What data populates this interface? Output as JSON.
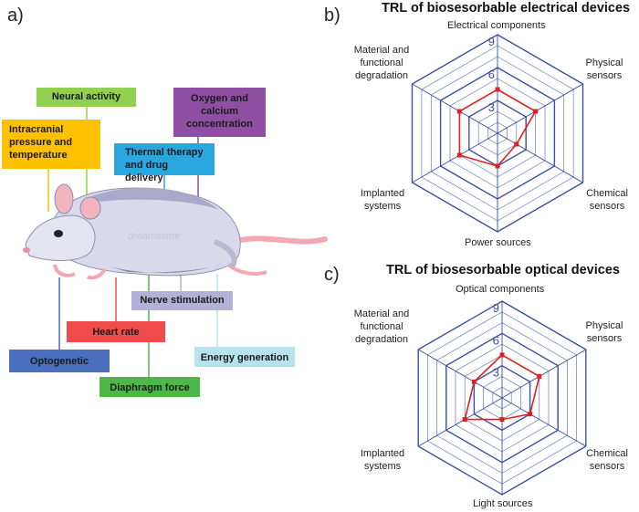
{
  "panel_a": {
    "letter": "a)",
    "tags": {
      "neural": "Neural activity",
      "icp": "Intracranial pressure and temperature",
      "oxygen": "Oxygen and calcium concentration",
      "thermal": "Thermal therapy and drug delivery",
      "nerve": "Nerve stimulation",
      "heart": "Heart rate",
      "energy": "Energy generation",
      "opto": "Optogenetic",
      "diaphragm": "Diaphragm force"
    },
    "watermark": "dreamstime",
    "colors": {
      "neural": "#92d050",
      "icp": "#ffc000",
      "oxygen": "#8e4ea2",
      "thermal": "#29a8e0",
      "nerve": "#b4b0d8",
      "heart": "#ef4b4b",
      "energy": "#b7e3ef",
      "opto": "#4a6fbf",
      "diaphragm": "#4db847"
    }
  },
  "chart_data": [
    {
      "type": "radar",
      "panel": "b)",
      "title": "TRL of biosesorbable electrical devices",
      "axes": [
        "Electrical components",
        "Physical sensors",
        "Chemical sensors",
        "Power sources",
        "Implanted systems",
        "Material and functional degradation"
      ],
      "tick_labels": [
        "3",
        "6",
        "9"
      ],
      "range": [
        0,
        9
      ],
      "gridlines": 9,
      "values": [
        4,
        4,
        2,
        3,
        4,
        4
      ],
      "series_color": "#e02020",
      "grid_color": "#3a4fa3"
    },
    {
      "type": "radar",
      "panel": "c)",
      "title": "TRL of biosesorbable optical devices",
      "axes": [
        "Optical components",
        "Physical sensors",
        "Chemical sensors",
        "Light sources",
        "Implanted systems",
        "Material and functional degradation"
      ],
      "tick_labels": [
        "3",
        "6",
        "9"
      ],
      "range": [
        0,
        9
      ],
      "gridlines": 9,
      "values": [
        4,
        4,
        3,
        2,
        4,
        3
      ],
      "series_color": "#e02020",
      "grid_color": "#3a4fa3"
    }
  ]
}
